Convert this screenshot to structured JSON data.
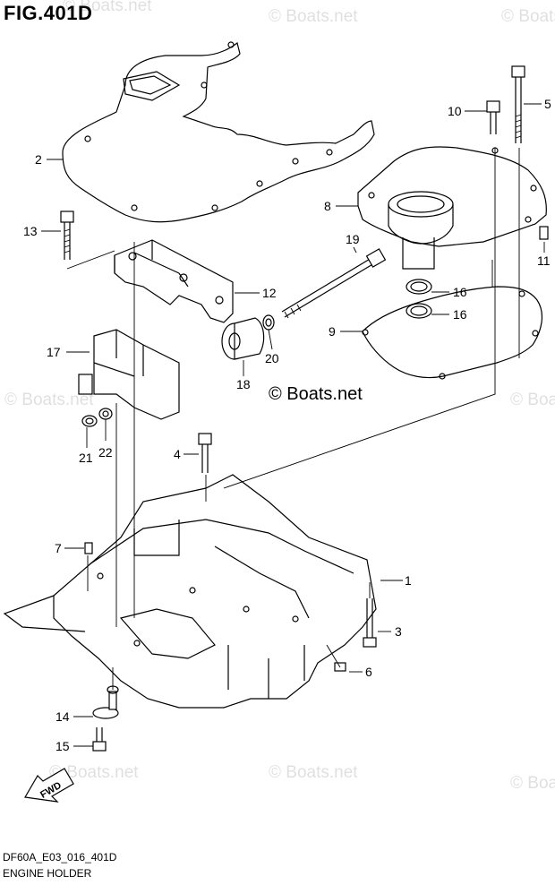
{
  "figure": {
    "title": "FIG.401D",
    "code": "DF60A_E03_016_401D",
    "name": "ENGINE HOLDER"
  },
  "watermark": {
    "text": "© Boats.net"
  },
  "direction": {
    "label": "FWD"
  },
  "parts": [
    {
      "number": "1"
    },
    {
      "number": "2"
    },
    {
      "number": "3"
    },
    {
      "number": "4"
    },
    {
      "number": "5"
    },
    {
      "number": "6"
    },
    {
      "number": "7"
    },
    {
      "number": "8"
    },
    {
      "number": "9"
    },
    {
      "number": "10"
    },
    {
      "number": "11"
    },
    {
      "number": "12"
    },
    {
      "number": "13"
    },
    {
      "number": "14"
    },
    {
      "number": "15"
    },
    {
      "number": "16"
    },
    {
      "number": "17"
    },
    {
      "number": "18"
    },
    {
      "number": "19"
    },
    {
      "number": "20"
    },
    {
      "number": "21"
    },
    {
      "number": "22"
    }
  ],
  "colors": {
    "line": "#000000",
    "background": "#ffffff"
  }
}
